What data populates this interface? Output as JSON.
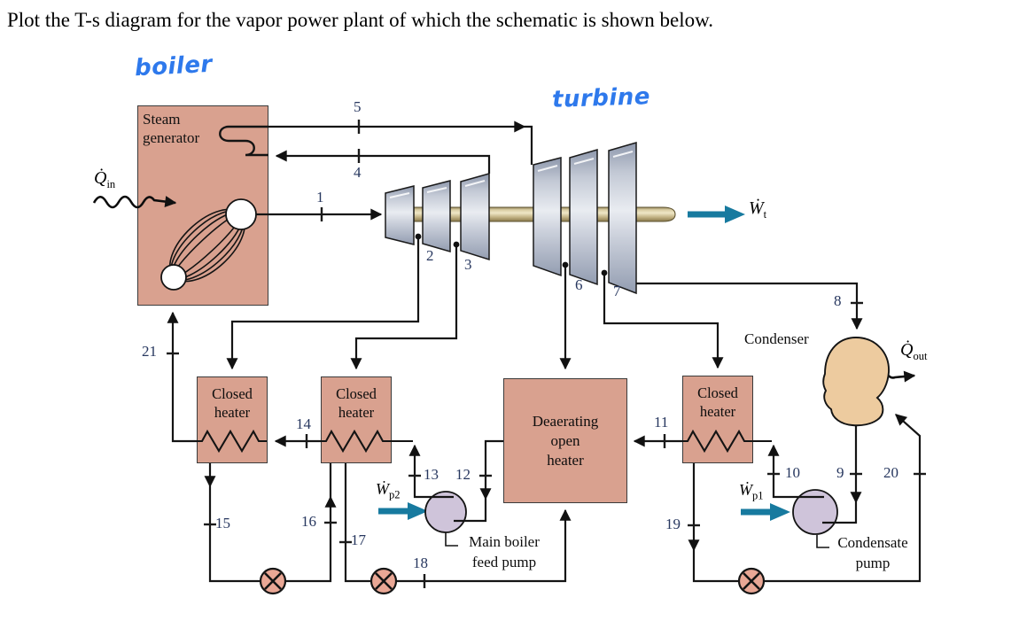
{
  "title": "Plot the T-s diagram for the vapor power plant of which the schematic is shown below.",
  "annotations": {
    "boiler": "boiler",
    "turbine": "turbine"
  },
  "components": {
    "steam_generator": {
      "line1": "Steam",
      "line2": "generator"
    },
    "closed_heater": {
      "line1": "Closed",
      "line2": "heater"
    },
    "deaerating_heater": {
      "line1": "Deaerating",
      "line2": "open",
      "line3": "heater"
    },
    "condenser": "Condenser",
    "main_boiler_feed_pump": {
      "line1": "Main boiler",
      "line2": "feed pump"
    },
    "condensate_pump": {
      "line1": "Condensate",
      "line2": "pump"
    }
  },
  "energy_flows": {
    "q_in": {
      "symbol": "Q̇",
      "sub": "in"
    },
    "q_out": {
      "symbol": "Q̇",
      "sub": "out"
    },
    "w_t": {
      "symbol": "Ẇ",
      "sub": "t"
    },
    "w_p1": {
      "symbol": "Ẇ",
      "sub": "p1"
    },
    "w_p2": {
      "symbol": "Ẇ",
      "sub": "p2"
    }
  },
  "state_points": {
    "s1": "1",
    "s2": "2",
    "s3": "3",
    "s4": "4",
    "s5": "5",
    "s6": "6",
    "s7": "7",
    "s8": "8",
    "s9": "9",
    "s10": "10",
    "s11": "11",
    "s12": "12",
    "s13": "13",
    "s14": "14",
    "s15": "15",
    "s16": "16",
    "s17": "17",
    "s18": "18",
    "s19": "19",
    "s20": "20",
    "s21": "21"
  },
  "colors": {
    "box_fill": "#d9a18f",
    "condenser_fill": "#edcb9f",
    "pump_fill": "#cfc4da",
    "valve_fill": "#e9a795",
    "teal": "#177a9f",
    "number_color": "#27375f",
    "ink_blue": "#2e79ec"
  }
}
